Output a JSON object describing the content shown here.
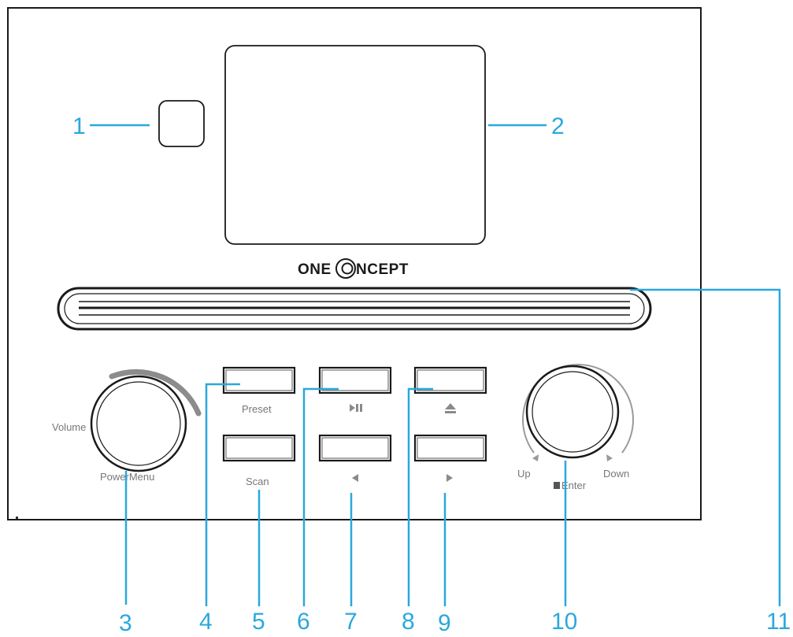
{
  "brand": {
    "prefix": "ONE",
    "suffix": "NCEPT"
  },
  "labels": {
    "preset": "Preset",
    "scan": "Scan",
    "volume": "Volume",
    "power_menu": "PowerMenu",
    "up": "Up",
    "down": "Down",
    "enter": "Enter"
  },
  "icons": {
    "play_pause": "play-pause-icon",
    "eject": "eject-icon",
    "prev": "triangle-left-icon",
    "next": "triangle-right-icon",
    "enter_square": "square-icon"
  },
  "callouts": [
    "1",
    "2",
    "3",
    "4",
    "5",
    "6",
    "7",
    "8",
    "9",
    "10",
    "11"
  ],
  "colors": {
    "callout": "#2aa8dc",
    "outline": "#1a1a1a",
    "label": "#777777"
  }
}
